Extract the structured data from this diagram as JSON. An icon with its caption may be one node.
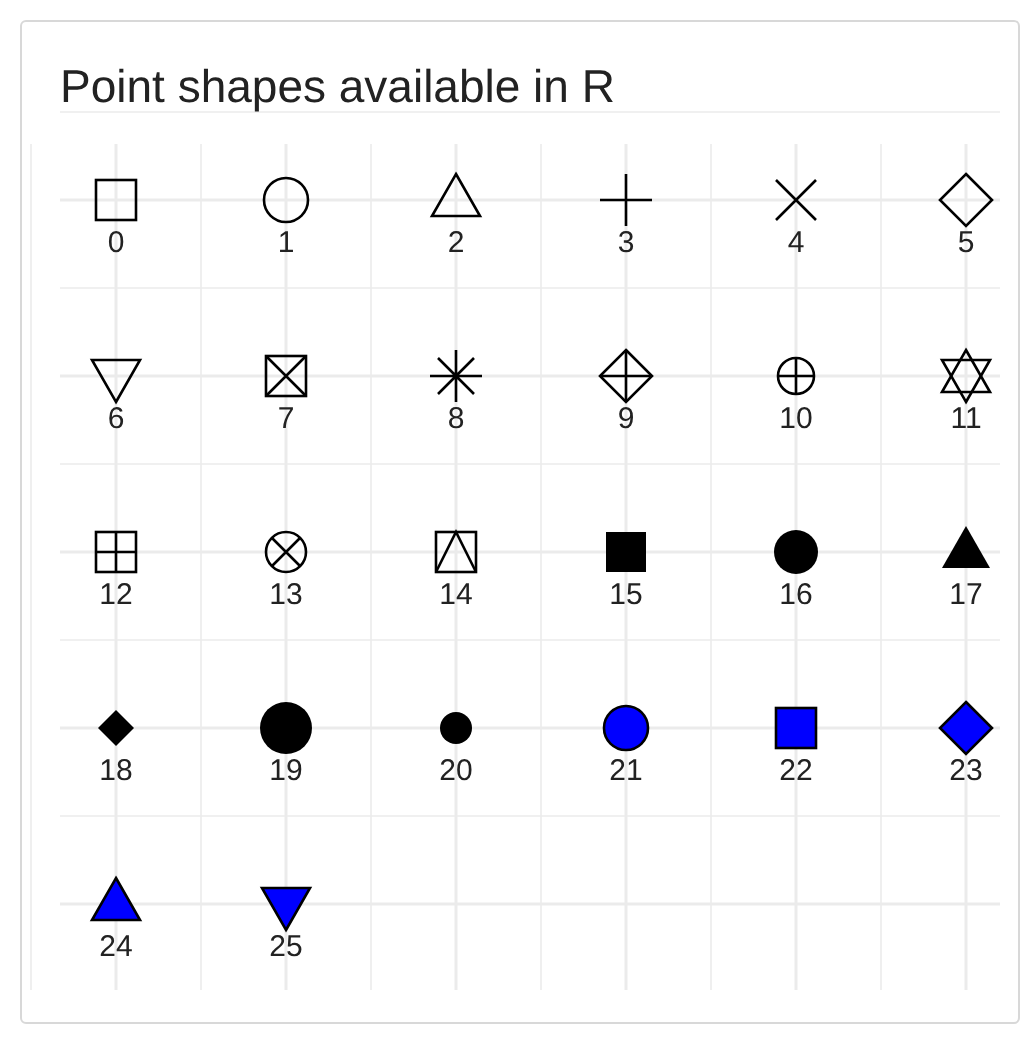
{
  "diagram": {
    "title": "Point shapes available in R",
    "labels": [
      "0",
      "1",
      "2",
      "3",
      "4",
      "5",
      "6",
      "7",
      "8",
      "9",
      "10",
      "11",
      "12",
      "13",
      "14",
      "15",
      "16",
      "17",
      "18",
      "19",
      "20",
      "21",
      "22",
      "23",
      "24",
      "25"
    ]
  }
}
